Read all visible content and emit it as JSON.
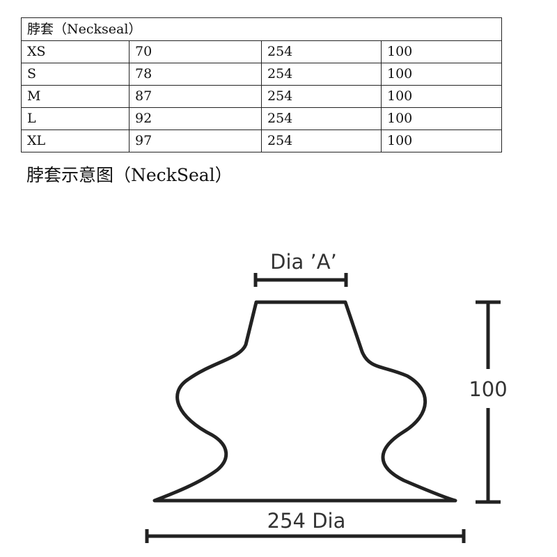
{
  "table": {
    "title": "脖套（Neckseal）",
    "rows": [
      [
        "XS",
        "70",
        "254",
        "100"
      ],
      [
        "S",
        "78",
        "254",
        "100"
      ],
      [
        "M",
        "87",
        "254",
        "100"
      ],
      [
        "L",
        "92",
        "254",
        "100"
      ],
      [
        "XL",
        "97",
        "254",
        "100"
      ]
    ]
  },
  "caption": "脖套示意图（NeckSeal）",
  "diagram": {
    "top_dimension_label": "Dia ’A’",
    "height_label": "100",
    "bottom_dimension_label": "254 Dia",
    "line_color": "#222222"
  }
}
